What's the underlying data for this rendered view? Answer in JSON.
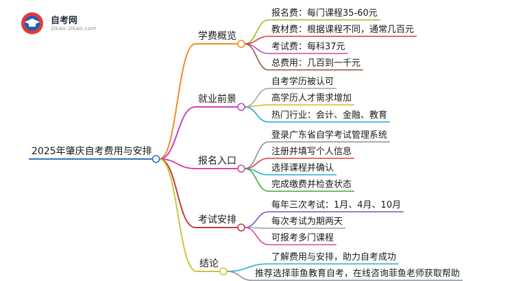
{
  "logo": {
    "title": "自考网",
    "subtitle": "zikao-zikao.com"
  },
  "root": {
    "label": "2025年肇庆自考费用与安排"
  },
  "branches": [
    {
      "label": "学费概览",
      "color": "#f08c1e",
      "leaves": [
        "报名费：每门课程35-60元",
        "教材费：根据课程不同，通常几百元",
        "考试费：每科37元",
        "总费用：几百到一千元"
      ],
      "leafColors": [
        "#9fba2a",
        "#d63b2c",
        "#c04db0",
        "#8a5a3a"
      ]
    },
    {
      "label": "就业前景",
      "color": "#c942c2",
      "leaves": [
        "自考学历被认可",
        "高学历人才需求增加",
        "热门行业：会计、金融、教育"
      ],
      "leafColors": [
        "#9aa0a6",
        "#c8c02a",
        "#22a7c9"
      ]
    },
    {
      "label": "报名入口",
      "color": "#d946a8",
      "leaves": [
        "登录广东省自学考试管理系统",
        "注册并填写个人信息",
        "选择课程并确认",
        "完成缴费并检查状态"
      ],
      "leafColors": [
        "#8a8f96",
        "#e23b3b",
        "#1fb1d3",
        "#3ea73a"
      ]
    },
    {
      "label": "考试安排",
      "color": "#c43a3a",
      "leaves": [
        "每年三次考试：1月、4月、10月",
        "每次考试为期两天",
        "可报考多门课程"
      ],
      "leafColors": [
        "#7c4dc4",
        "#9aa0a6",
        "#d9479f"
      ]
    },
    {
      "label": "结论",
      "color": "#c9c63a",
      "leaves": [
        "了解费用与安排，助力自考成功",
        "推荐选择菲鱼教育自考，在线咨询菲鱼老师获取帮助"
      ],
      "leafColors": [
        "#1fb1d3",
        "#8a8f96"
      ]
    }
  ],
  "colors": {
    "root_line": "#2f6fbf"
  }
}
